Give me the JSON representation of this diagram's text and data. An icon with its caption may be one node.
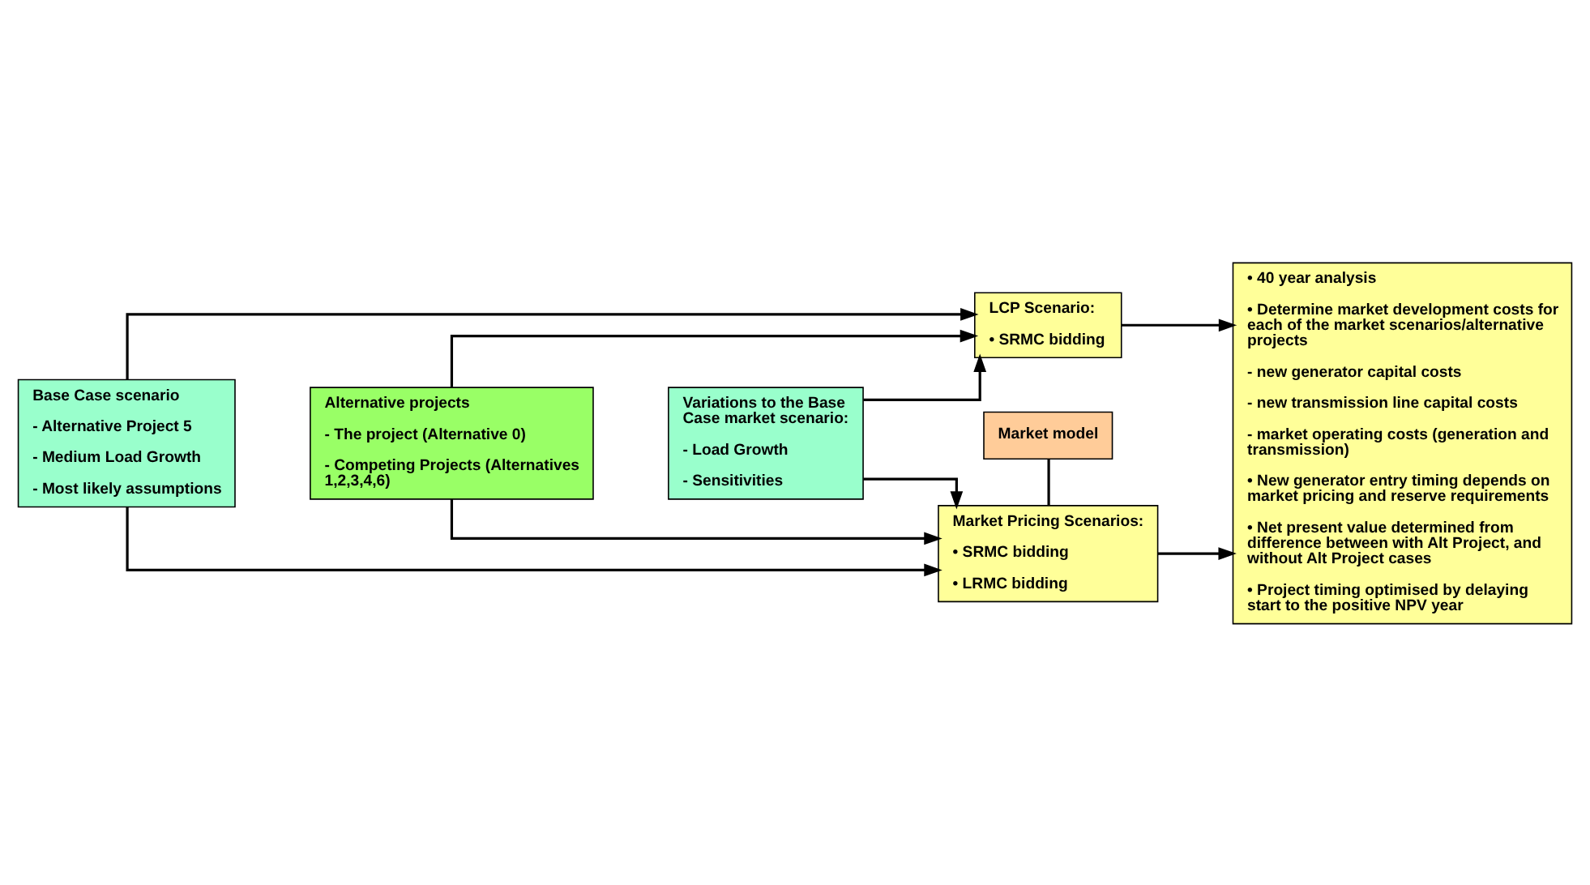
{
  "diagram": {
    "nodes": [
      {
        "text": [
          "Base Case scenario",
          "- Alternative Project 5",
          "- Medium Load Growth",
          "- Most likely assumptions"
        ]
      },
      {
        "text": [
          "Alternative projects",
          "- The project (Alternative 0)",
          "- Competing Projects (Alternatives 1,2,3,4,6)"
        ]
      },
      {
        "text": [
          "Variations to the Base Case market scenario:",
          "- Load Growth",
          "- Sensitivities"
        ]
      },
      {
        "text": [
          "Market model"
        ]
      },
      {
        "text": [
          "Market Pricing Scenarios:",
          "• SRMC bidding",
          "• LRMC bidding"
        ]
      },
      {
        "text": [
          "LCP Scenario:",
          "• SRMC bidding"
        ]
      },
      {
        "text": [
          "• 40 year analysis",
          "• Determine market development costs for each of the market scenarios/alternative projects",
          "- new generator capital costs",
          "- new transmission line capital costs",
          "- market operating costs (generation and transmission)",
          "• New generator entry timing depends on market pricing and reserve requirements",
          "• Net present value determined from difference between with Alt Project, and without Alt Project cases",
          "• Project timing optimised by delaying start to the positive NPV year"
        ]
      }
    ],
    "edges": [
      {
        "from": 0,
        "to": 4,
        "arrow": "to"
      },
      {
        "from": 0,
        "to": 5,
        "arrow": "to"
      },
      {
        "from": 1,
        "to": 4,
        "arrow": "to"
      },
      {
        "from": 1,
        "to": 5,
        "arrow": "to"
      },
      {
        "from": 2,
        "to": 4,
        "arrow": "to"
      },
      {
        "from": 2,
        "to": 5,
        "arrow": "to"
      },
      {
        "from": 3,
        "to": 4,
        "arrow": "none"
      },
      {
        "from": 4,
        "to": 6,
        "arrow": "to"
      },
      {
        "from": 5,
        "to": 6,
        "arrow": "to"
      }
    ]
  }
}
